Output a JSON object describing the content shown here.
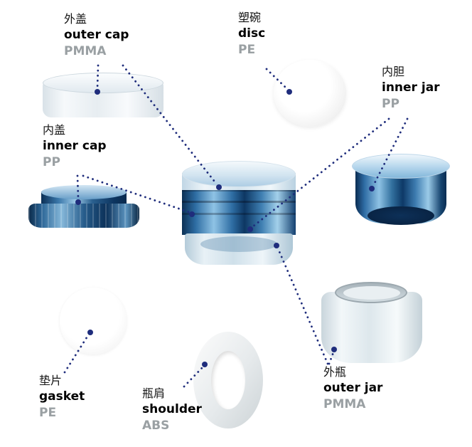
{
  "diagram": {
    "accent_color": "#1f2d7c",
    "parts": [
      {
        "zh": "外盖",
        "en": "outer cap",
        "material": "PMMA"
      },
      {
        "zh": "塑碗",
        "en": "disc",
        "material": "PE"
      },
      {
        "zh": "内胆",
        "en": "inner jar",
        "material": "PP"
      },
      {
        "zh": "内盖",
        "en": "inner cap",
        "material": "PP"
      },
      {
        "zh": "垫片",
        "en": "gasket",
        "material": "PE"
      },
      {
        "zh": "瓶肩",
        "en": "shoulder",
        "material": "ABS"
      },
      {
        "zh": "外瓶",
        "en": "outer jar",
        "material": "PMMA"
      }
    ]
  }
}
